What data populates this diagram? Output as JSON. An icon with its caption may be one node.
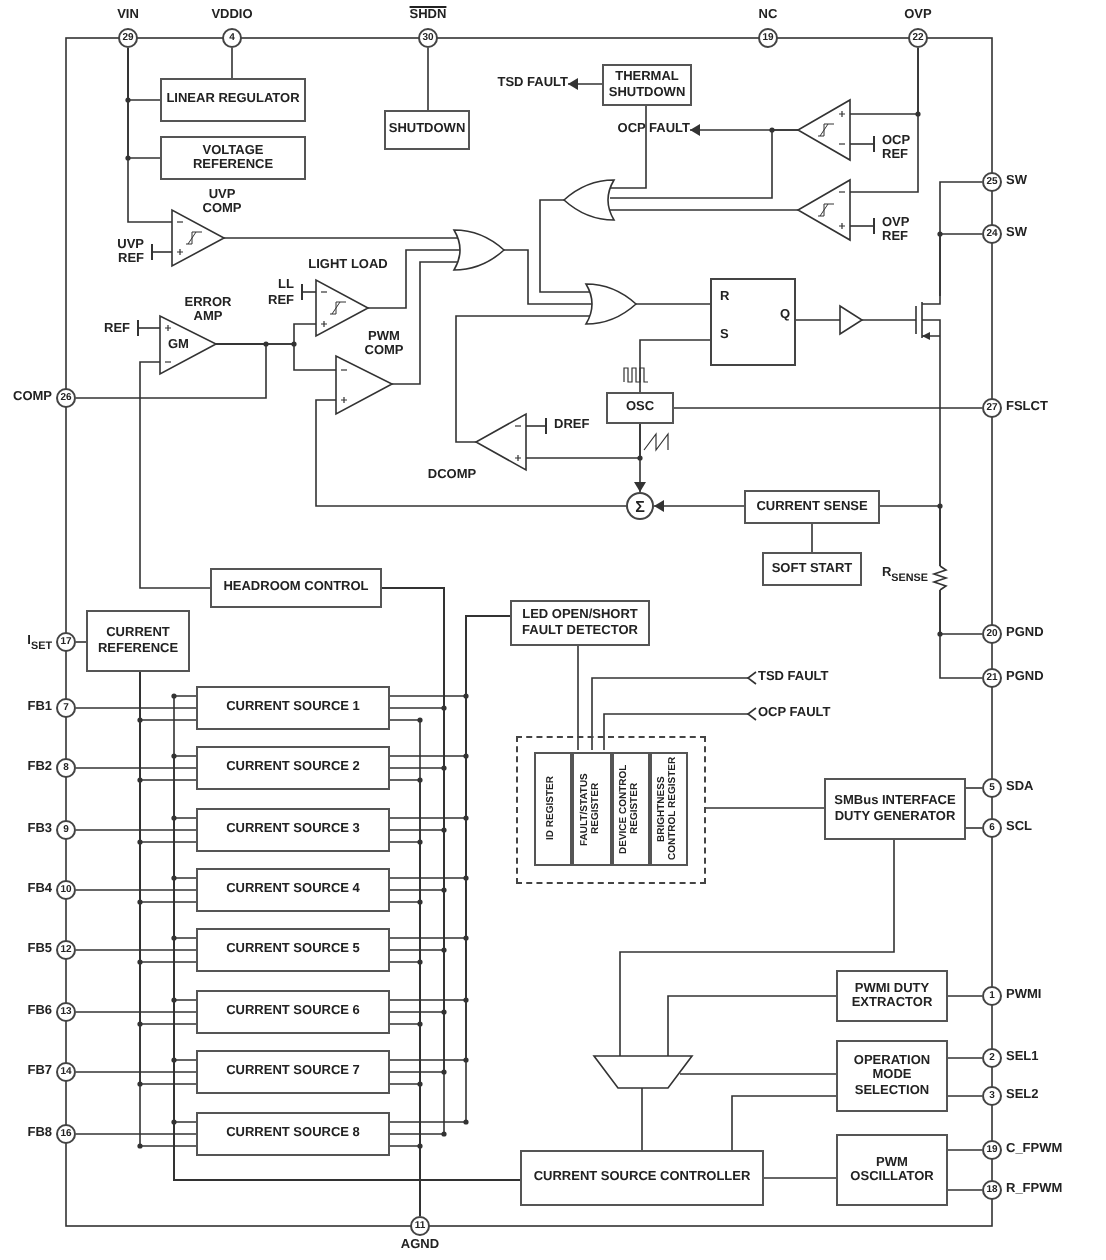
{
  "diagram": {
    "nodes": [
      {
        "text": [
          "29"
        ],
        "beside": [
          "VIN"
        ]
      },
      {
        "text": [
          "4"
        ],
        "beside": [
          "VDDIO"
        ]
      },
      {
        "text": [
          "30"
        ],
        "beside": [
          "SHDN"
        ]
      },
      {
        "text": [
          "19"
        ],
        "beside": [
          "NC"
        ]
      },
      {
        "text": [
          "22"
        ],
        "beside": [
          "OVP"
        ]
      },
      {
        "text": [
          "25"
        ],
        "beside": [
          "SW"
        ]
      },
      {
        "text": [
          "24"
        ],
        "beside": [
          "SW"
        ]
      },
      {
        "text": [
          "27"
        ],
        "beside": [
          "FSLCT"
        ]
      },
      {
        "text": [
          "20"
        ],
        "beside": [
          "PGND"
        ]
      },
      {
        "text": [
          "21"
        ],
        "beside": [
          "PGND"
        ]
      },
      {
        "text": [
          "5"
        ],
        "beside": [
          "SDA"
        ]
      },
      {
        "text": [
          "6"
        ],
        "beside": [
          "SCL"
        ]
      },
      {
        "text": [
          "1"
        ],
        "beside": [
          "PWMI"
        ]
      },
      {
        "text": [
          "2"
        ],
        "beside": [
          "SEL1"
        ]
      },
      {
        "text": [
          "3"
        ],
        "beside": [
          "SEL2"
        ]
      },
      {
        "text": [
          "19"
        ],
        "beside": [
          "C_FPWM"
        ]
      },
      {
        "text": [
          "18"
        ],
        "beside": [
          "R_FPWM"
        ]
      },
      {
        "text": [
          "11"
        ],
        "beside": [
          "AGND"
        ]
      },
      {
        "text": [
          "26"
        ],
        "beside": [
          "COMP"
        ]
      },
      {
        "text": [
          "17"
        ],
        "beside": [
          "I$_{SET}$"
        ]
      },
      {
        "text": [
          "7"
        ],
        "beside": [
          "FB1"
        ]
      },
      {
        "text": [
          "8"
        ],
        "beside": [
          "FB2"
        ]
      },
      {
        "text": [
          "9"
        ],
        "beside": [
          "FB3"
        ]
      },
      {
        "text": [
          "10"
        ],
        "beside": [
          "FB4"
        ]
      },
      {
        "text": [
          "12"
        ],
        "beside": [
          "FB5"
        ]
      },
      {
        "text": [
          "13"
        ],
        "beside": [
          "FB6"
        ]
      },
      {
        "text": [
          "14"
        ],
        "beside": [
          "FB7"
        ]
      },
      {
        "text": [
          "16"
        ],
        "beside": [
          "FB8"
        ]
      },
      {
        "text": [
          "LINEAR REGULATOR"
        ]
      },
      {
        "text": [
          "VOLTAGE REFERENCE"
        ]
      },
      {
        "text": [
          "SHUTDOWN"
        ]
      },
      {
        "text": [
          "THERMAL SHUTDOWN"
        ]
      },
      {
        "text": [
          "TSD FAULT"
        ]
      },
      {
        "text": [
          "UVP COMP"
        ]
      },
      {
        "text": [
          "UVP REF"
        ]
      },
      {
        "text": [
          "LIGHT LOAD"
        ]
      },
      {
        "text": [
          "LL REF"
        ]
      },
      {
        "text": [
          "ERROR AMP",
          "GM"
        ]
      },
      {
        "text": [
          "REF"
        ]
      },
      {
        "text": [
          "PWM COMP"
        ]
      },
      {
        "text": [],
        "shape": "gate"
      },
      {
        "text": [
          "OCP FAULT"
        ]
      },
      {
        "text": [],
        "shape": "triangle"
      },
      {
        "text": [
          "OCP REF"
        ]
      },
      {
        "text": [],
        "shape": "triangle"
      },
      {
        "text": [
          "OVP REF"
        ]
      },
      {
        "text": [],
        "shape": "gate"
      },
      {
        "text": [],
        "shape": "gate"
      },
      {
        "text": [
          "R",
          "S",
          "Q"
        ]
      },
      {
        "text": [],
        "shape": "triangle"
      },
      {
        "text": [],
        "shape": "transistor"
      },
      {
        "text": [
          "OSC"
        ]
      },
      {
        "text": [
          "DCOMP"
        ]
      },
      {
        "text": [
          "DREF"
        ]
      },
      {
        "text": [
          "Σ"
        ]
      },
      {
        "text": [
          "CURRENT SENSE"
        ]
      },
      {
        "text": [
          "SOFT START"
        ]
      },
      {
        "text": [],
        "shape": "resistor",
        "beside": [
          "R$_{SENSE}$"
        ]
      },
      {
        "text": [
          "HEADROOM CONTROL"
        ]
      },
      {
        "text": [
          "LED OPEN/SHORT FAULT DETECTOR"
        ]
      },
      {
        "text": [
          "TSD FAULT"
        ]
      },
      {
        "text": [
          "OCP FAULT"
        ]
      },
      {
        "text": [
          "CURRENT REFERENCE"
        ]
      },
      {
        "text": [
          "CURRENT SOURCE 1"
        ]
      },
      {
        "text": [
          "CURRENT SOURCE 2"
        ]
      },
      {
        "text": [
          "CURRENT SOURCE 3"
        ]
      },
      {
        "text": [
          "CURRENT SOURCE 4"
        ]
      },
      {
        "text": [
          "CURRENT SOURCE 5"
        ]
      },
      {
        "text": [
          "CURRENT SOURCE 6"
        ]
      },
      {
        "text": [
          "CURRENT SOURCE 7"
        ]
      },
      {
        "text": [
          "CURRENT SOURCE 8"
        ]
      },
      {
        "text": [],
        "shape": "box"
      },
      {
        "text": [
          "ID REGISTER"
        ],
        "in": 71
      },
      {
        "text": [
          "FAULT/STATUS REGISTER"
        ],
        "in": 71
      },
      {
        "text": [
          "DEVICE CONTROL REGISTER"
        ],
        "in": 71
      },
      {
        "text": [
          "BRIGHTNESS CONTROL REGISTER"
        ],
        "in": 71
      },
      {
        "text": [
          "SMBus INTERFACE DUTY GENERATOR"
        ]
      },
      {
        "text": [
          "PWMI DUTY EXTRACTOR"
        ]
      },
      {
        "text": [
          "OPERATION MODE SELECTION"
        ]
      },
      {
        "text": [
          "PWM OSCILLATOR"
        ]
      },
      {
        "text": [],
        "shape": "trapezoid"
      },
      {
        "text": [
          "CURRENT SOURCE CONTROLLER"
        ]
      }
    ],
    "edges": [
      {
        "from": 0,
        "to": 28,
        "arrow": "none"
      },
      {
        "from": 0,
        "to": 29,
        "arrow": "none"
      },
      {
        "from": 0,
        "to": 33,
        "arrow": "none"
      },
      {
        "from": 1,
        "to": 28,
        "arrow": "none"
      },
      {
        "from": 2,
        "to": 30,
        "arrow": "none"
      },
      {
        "from": 31,
        "to": 32,
        "arrow": "to"
      },
      {
        "from": 31,
        "to": 46,
        "arrow": "none"
      },
      {
        "from": 42,
        "to": 41,
        "arrow": "to"
      },
      {
        "from": 42,
        "to": 46,
        "arrow": "none"
      },
      {
        "from": 44,
        "to": 46,
        "arrow": "none"
      },
      {
        "from": 4,
        "to": 42,
        "arrow": "none"
      },
      {
        "from": 4,
        "to": 44,
        "arrow": "none"
      },
      {
        "from": 43,
        "to": 42,
        "arrow": "other"
      },
      {
        "from": 45,
        "to": 44,
        "arrow": "other"
      },
      {
        "from": 34,
        "to": 33,
        "arrow": "other"
      },
      {
        "from": 36,
        "to": 35,
        "arrow": "other"
      },
      {
        "from": 38,
        "to": 37,
        "arrow": "other"
      },
      {
        "from": 53,
        "to": 52,
        "arrow": "other"
      },
      {
        "from": 33,
        "to": 40,
        "arrow": "none"
      },
      {
        "from": 35,
        "to": 40,
        "arrow": "none"
      },
      {
        "from": 39,
        "to": 40,
        "arrow": "none"
      },
      {
        "from": 40,
        "to": 47,
        "arrow": "none"
      },
      {
        "from": 46,
        "to": 47,
        "arrow": "none"
      },
      {
        "from": 52,
        "to": 47,
        "arrow": "none"
      },
      {
        "from": 47,
        "to": 48,
        "arrow": "none"
      },
      {
        "from": 51,
        "to": 48,
        "arrow": "none"
      },
      {
        "from": 48,
        "to": 49,
        "arrow": "none"
      },
      {
        "from": 49,
        "to": 50,
        "arrow": "none"
      },
      {
        "from": 50,
        "to": 5,
        "arrow": "none"
      },
      {
        "from": 50,
        "to": 6,
        "arrow": "none"
      },
      {
        "from": 50,
        "to": 57,
        "arrow": "none"
      },
      {
        "from": 55,
        "to": 57,
        "arrow": "none"
      },
      {
        "from": 57,
        "to": 8,
        "arrow": "none"
      },
      {
        "from": 57,
        "to": 9,
        "arrow": "none"
      },
      {
        "from": 51,
        "to": 7,
        "arrow": "none"
      },
      {
        "from": 51,
        "to": 54,
        "arrow": "to"
      },
      {
        "from": 55,
        "to": 54,
        "arrow": "to"
      },
      {
        "from": 56,
        "to": 55,
        "arrow": "none"
      },
      {
        "from": 51,
        "to": 52,
        "arrow": "none"
      },
      {
        "from": 54,
        "to": 39,
        "arrow": "none"
      },
      {
        "from": 37,
        "to": 39,
        "arrow": "none"
      },
      {
        "from": 37,
        "to": 35,
        "arrow": "none"
      },
      {
        "from": 37,
        "to": 18,
        "arrow": "none"
      },
      {
        "from": 58,
        "to": 37,
        "arrow": "none"
      },
      {
        "from": 19,
        "to": 62,
        "arrow": "none"
      },
      {
        "from": 59,
        "to": 73,
        "arrow": "none"
      },
      {
        "from": 60,
        "to": 73,
        "arrow": "other"
      },
      {
        "from": 61,
        "to": 73,
        "arrow": "other"
      },
      {
        "from": 71,
        "to": 76,
        "arrow": "none"
      },
      {
        "from": 76,
        "to": 10,
        "arrow": "none"
      },
      {
        "from": 76,
        "to": 11,
        "arrow": "none"
      },
      {
        "from": 76,
        "to": 80,
        "arrow": "none"
      },
      {
        "from": 77,
        "to": 12,
        "arrow": "none"
      },
      {
        "from": 77,
        "to": 80,
        "arrow": "none"
      },
      {
        "from": 78,
        "to": 80,
        "arrow": "none"
      },
      {
        "from": 13,
        "to": 78,
        "arrow": "none"
      },
      {
        "from": 14,
        "to": 78,
        "arrow": "none"
      },
      {
        "from": 78,
        "to": 81,
        "arrow": "none"
      },
      {
        "from": 80,
        "to": 81,
        "arrow": "none"
      },
      {
        "from": 79,
        "to": 81,
        "arrow": "none"
      },
      {
        "from": 15,
        "to": 79,
        "arrow": "none"
      },
      {
        "from": 16,
        "to": 79,
        "arrow": "none"
      },
      {
        "from": 20,
        "to": 63,
        "arrow": "none"
      },
      {
        "from": 62,
        "to": 63,
        "arrow": "none"
      },
      {
        "from": 81,
        "to": 63,
        "arrow": "none"
      },
      {
        "from": 63,
        "to": 58,
        "arrow": "none"
      },
      {
        "from": 63,
        "to": 59,
        "arrow": "none"
      },
      {
        "from": 63,
        "to": 17,
        "arrow": "none"
      },
      {
        "from": 21,
        "to": 64,
        "arrow": "none"
      },
      {
        "from": 62,
        "to": 64,
        "arrow": "none"
      },
      {
        "from": 81,
        "to": 64,
        "arrow": "none"
      },
      {
        "from": 64,
        "to": 58,
        "arrow": "none"
      },
      {
        "from": 64,
        "to": 59,
        "arrow": "none"
      },
      {
        "from": 64,
        "to": 17,
        "arrow": "none"
      },
      {
        "from": 22,
        "to": 65,
        "arrow": "none"
      },
      {
        "from": 62,
        "to": 65,
        "arrow": "none"
      },
      {
        "from": 81,
        "to": 65,
        "arrow": "none"
      },
      {
        "from": 65,
        "to": 58,
        "arrow": "none"
      },
      {
        "from": 65,
        "to": 59,
        "arrow": "none"
      },
      {
        "from": 65,
        "to": 17,
        "arrow": "none"
      },
      {
        "from": 23,
        "to": 66,
        "arrow": "none"
      },
      {
        "from": 62,
        "to": 66,
        "arrow": "none"
      },
      {
        "from": 81,
        "to": 66,
        "arrow": "none"
      },
      {
        "from": 66,
        "to": 58,
        "arrow": "none"
      },
      {
        "from": 66,
        "to": 59,
        "arrow": "none"
      },
      {
        "from": 66,
        "to": 17,
        "arrow": "none"
      },
      {
        "from": 24,
        "to": 67,
        "arrow": "none"
      },
      {
        "from": 62,
        "to": 67,
        "arrow": "none"
      },
      {
        "from": 81,
        "to": 67,
        "arrow": "none"
      },
      {
        "from": 67,
        "to": 58,
        "arrow": "none"
      },
      {
        "from": 67,
        "to": 59,
        "arrow": "none"
      },
      {
        "from": 67,
        "to": 17,
        "arrow": "none"
      },
      {
        "from": 25,
        "to": 68,
        "arrow": "none"
      },
      {
        "from": 62,
        "to": 68,
        "arrow": "none"
      },
      {
        "from": 81,
        "to": 68,
        "arrow": "none"
      },
      {
        "from": 68,
        "to": 58,
        "arrow": "none"
      },
      {
        "from": 68,
        "to": 59,
        "arrow": "none"
      },
      {
        "from": 68,
        "to": 17,
        "arrow": "none"
      },
      {
        "from": 26,
        "to": 69,
        "arrow": "none"
      },
      {
        "from": 62,
        "to": 69,
        "arrow": "none"
      },
      {
        "from": 81,
        "to": 69,
        "arrow": "none"
      },
      {
        "from": 69,
        "to": 58,
        "arrow": "none"
      },
      {
        "from": 69,
        "to": 59,
        "arrow": "none"
      },
      {
        "from": 69,
        "to": 17,
        "arrow": "none"
      },
      {
        "from": 27,
        "to": 70,
        "arrow": "none"
      },
      {
        "from": 62,
        "to": 70,
        "arrow": "none"
      },
      {
        "from": 81,
        "to": 70,
        "arrow": "none"
      },
      {
        "from": 70,
        "to": 58,
        "arrow": "none"
      },
      {
        "from": 70,
        "to": 59,
        "arrow": "none"
      },
      {
        "from": 70,
        "to": 17,
        "arrow": "none"
      }
    ]
  }
}
